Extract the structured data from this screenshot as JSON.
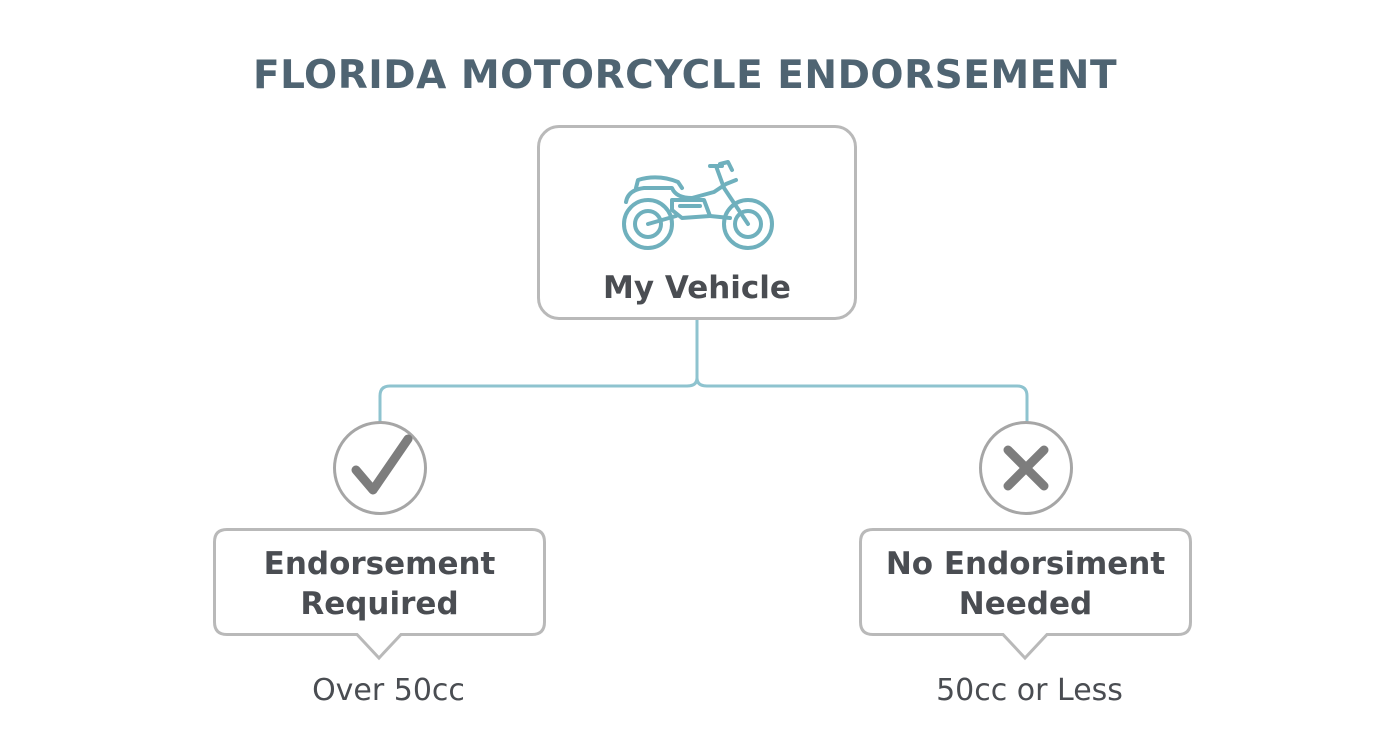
{
  "diagram": {
    "title": "FLORIDA MOTORCYCLE ENDORSEMENT",
    "root": {
      "label": "My Vehicle",
      "icon": "motorcycle-icon"
    },
    "branches": [
      {
        "status_icon": "checkmark-icon",
        "title_line1": "Endorsement",
        "title_line2": "Required",
        "condition": "Over 50cc"
      },
      {
        "status_icon": "x-mark-icon",
        "title_line1": "No Endorsiment",
        "title_line2": "Needed",
        "condition": "50cc or Less"
      }
    ],
    "colors": {
      "title": "#4f6472",
      "connector": "#8ec3cf",
      "icon": "#6fb0bd",
      "border": "#b9b9b9",
      "text": "#4a4d52",
      "symbol": "#7d7d7d"
    }
  }
}
